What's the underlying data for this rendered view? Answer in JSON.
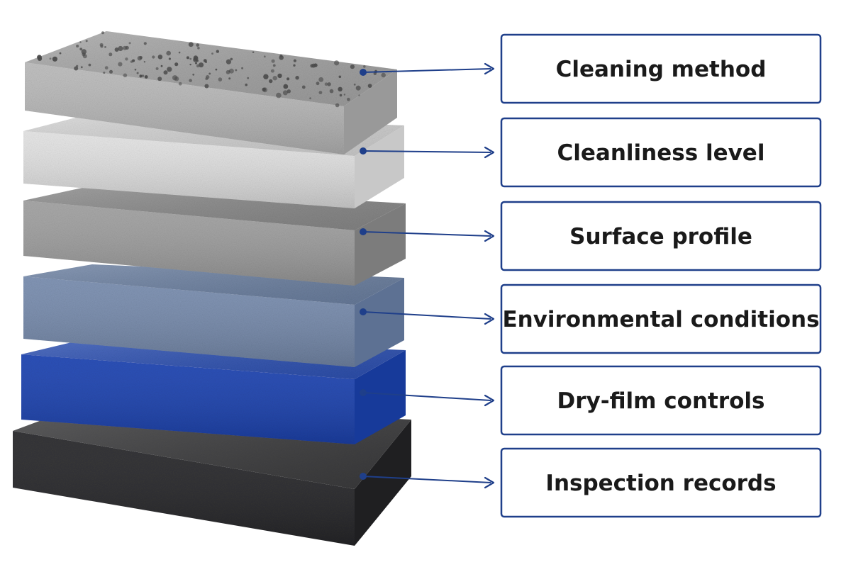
{
  "colors": {
    "accent": "#1f3f8a",
    "box_border": "#1f3f8a",
    "text": "#1a1a1a",
    "background": "#ffffff"
  },
  "layers": [
    {
      "id": "cleaning",
      "label": "Cleaning method",
      "texture": "gray concrete with dark speckles",
      "top_color": "#a9a9a9",
      "front_color": "#bdbdbd",
      "side_color": "#999999"
    },
    {
      "id": "cleanliness",
      "label": "Cleanliness level",
      "texture": "smooth light gray",
      "top_color": "#d9d9d9",
      "front_color": "#e6e6e6",
      "side_color": "#c8c8c8"
    },
    {
      "id": "profile",
      "label": "Surface profile",
      "texture": "rough gray",
      "top_color": "#8e8e8e",
      "front_color": "#a3a3a3",
      "side_color": "#7c7c7c"
    },
    {
      "id": "environment",
      "label": "Environmental conditions",
      "texture": "slate blue-gray",
      "top_color": "#6f84a6",
      "front_color": "#7a8fb1",
      "side_color": "#5d7193"
    },
    {
      "id": "dryfilm",
      "label": "Dry-film controls",
      "texture": "glossy blue",
      "top_color": "#2f54b8",
      "front_color": "#1f45b4",
      "side_color": "#173a9a"
    },
    {
      "id": "inspection",
      "label": "Inspection records",
      "texture": "dark brushed charcoal",
      "top_color": "#3e3e40",
      "front_color": "#2a2a2c",
      "side_color": "#1f1f21"
    }
  ]
}
